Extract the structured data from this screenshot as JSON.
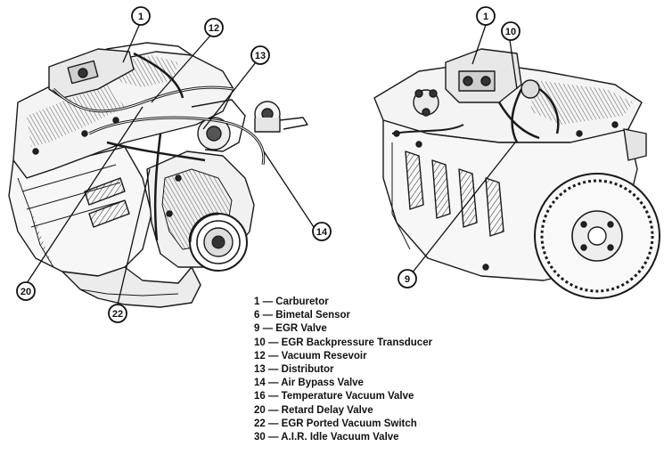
{
  "callouts": {
    "c1_left": "1",
    "c12": "12",
    "c13": "13",
    "c14": "14",
    "c20": "20",
    "c22": "22",
    "c1_right": "1",
    "c10": "10",
    "c9": "9"
  },
  "legend": [
    "1 — Carburetor",
    "6 — Bimetal Sensor",
    "9 — EGR Valve",
    "10 — EGR Backpressure Transducer",
    "12 — Vacuum Resevoir",
    "13 — Distributor",
    "14 — Air Bypass Valve",
    "16 — Temperature Vacuum Valve",
    "20 — Retard Delay Valve",
    "22 — EGR Ported Vacuum Switch",
    "30 — A.I.R. Idle Vacuum Valve"
  ]
}
